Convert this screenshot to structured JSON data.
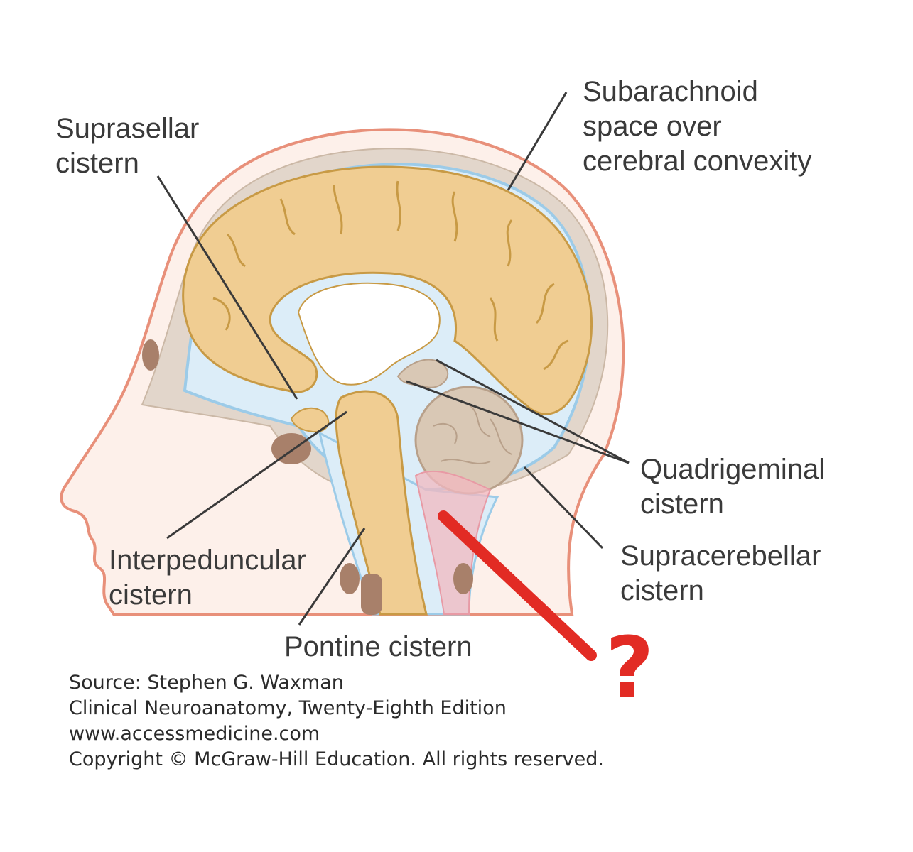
{
  "labels": {
    "suprasellar": [
      "Suprasellar",
      "cistern"
    ],
    "subarachnoid": [
      "Subarachnoid",
      "space over",
      "cerebral convexity"
    ],
    "quadrigeminal": [
      "Quadrigeminal",
      "cistern"
    ],
    "supracerebellar": [
      "Supracerebellar",
      "cistern"
    ],
    "interpeduncular": [
      "Interpeduncular",
      "cistern"
    ],
    "pontine": "Pontine cistern"
  },
  "source_lines": [
    "Source: Stephen G. Waxman",
    "Clinical Neuroanatomy, Twenty-Eighth Edition",
    "www.accessmedicine.com",
    "Copyright © McGraw-Hill Education. All rights reserved."
  ],
  "annotation": {
    "mark": "?",
    "color": "#e22b24"
  },
  "colors": {
    "skin_outline": "#e8907a",
    "skin_fill": "#fdf0ea",
    "bone": "#e2d6cb",
    "csf": "#dcedf8",
    "brain": "#f0cd92",
    "brain_outline": "#c89a45",
    "cerebellum": "#d9c8b5",
    "highlight": "#f2b8c0",
    "leader": "#3a3a3a"
  }
}
